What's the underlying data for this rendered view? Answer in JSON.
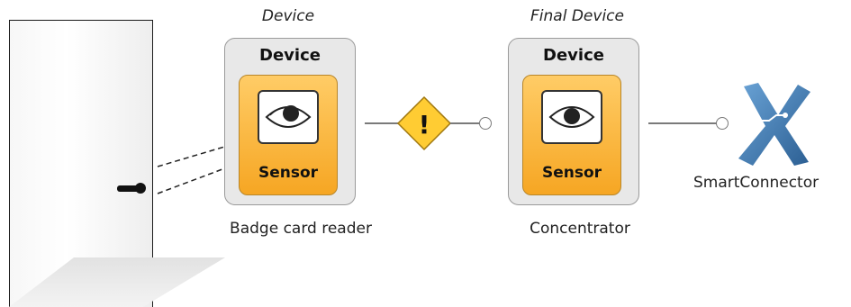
{
  "badge_reader": {
    "role": "Device",
    "title": "Device",
    "sensor": "Sensor",
    "caption": "Badge card reader"
  },
  "concentrator": {
    "role": "Final Device",
    "title": "Device",
    "sensor": "Sensor",
    "caption": "Concentrator"
  },
  "warning_glyph": "!",
  "smart_connector": {
    "label": "SmartConnector"
  },
  "colors": {
    "sensor_fill": "#f6a623",
    "card_fill": "#e8e8e8",
    "warning_fill": "#ffcc33",
    "connector_blue": "#3f7fb8"
  },
  "icons": [
    "door",
    "eye-icon",
    "warning-icon",
    "smartconnector-icon"
  ]
}
